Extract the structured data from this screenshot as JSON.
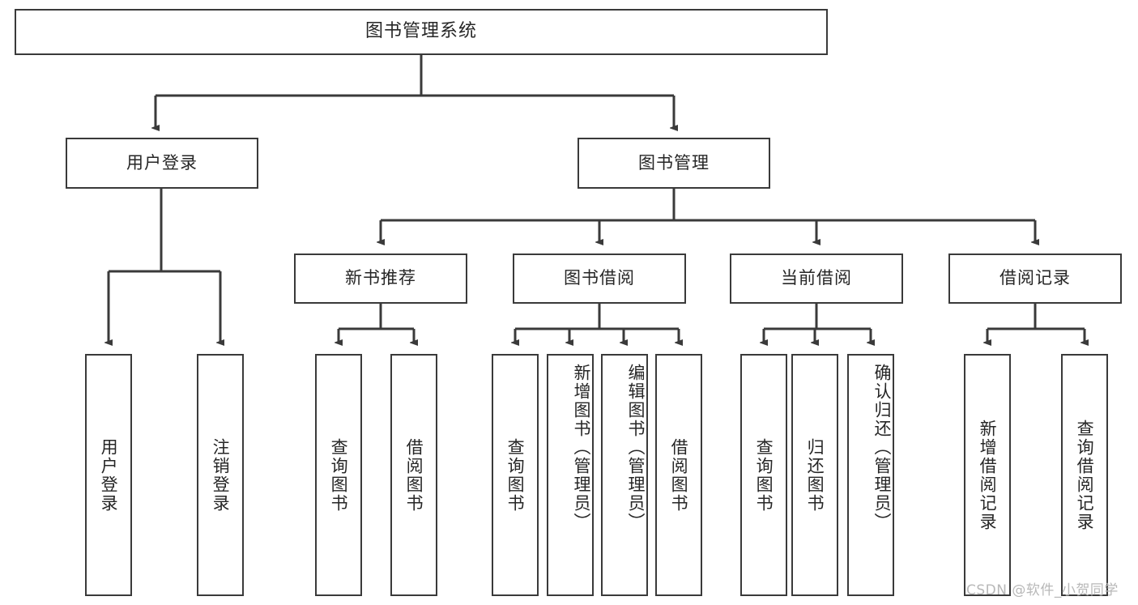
{
  "diagram": {
    "type": "tree-hierarchy-chart",
    "title": "图书管理系统",
    "watermark": "CSDN @软件_小贺同学",
    "colors": {
      "box_border": "#3a3a3a",
      "box_fill": "#ffffff",
      "connector": "#3a3a3a",
      "text": "#262626",
      "watermark": "#b8b8b8",
      "background": "#ffffff"
    },
    "root": {
      "label": "图书管理系统"
    },
    "level2": [
      {
        "label": "用户登录"
      },
      {
        "label": "图书管理"
      }
    ],
    "level3": [
      {
        "label": "新书推荐"
      },
      {
        "label": "图书借阅"
      },
      {
        "label": "当前借阅"
      },
      {
        "label": "借阅记录"
      }
    ],
    "leaves": {
      "user_login": [
        {
          "label": "用户登录"
        },
        {
          "label": "注销登录"
        }
      ],
      "new_book_recommend": [
        {
          "label": "查询图书"
        },
        {
          "label": "借阅图书"
        }
      ],
      "book_borrow": [
        {
          "label": "查询图书"
        },
        {
          "label": "新增图书（管理员）"
        },
        {
          "label": "编辑图书（管理员）"
        },
        {
          "label": "借阅图书"
        }
      ],
      "current_borrow": [
        {
          "label": "查询图书"
        },
        {
          "label": "归还图书"
        },
        {
          "label": "确认归还（管理员）"
        }
      ],
      "borrow_record": [
        {
          "label": "新增借阅记录"
        },
        {
          "label": "查询借阅记录"
        }
      ]
    }
  }
}
